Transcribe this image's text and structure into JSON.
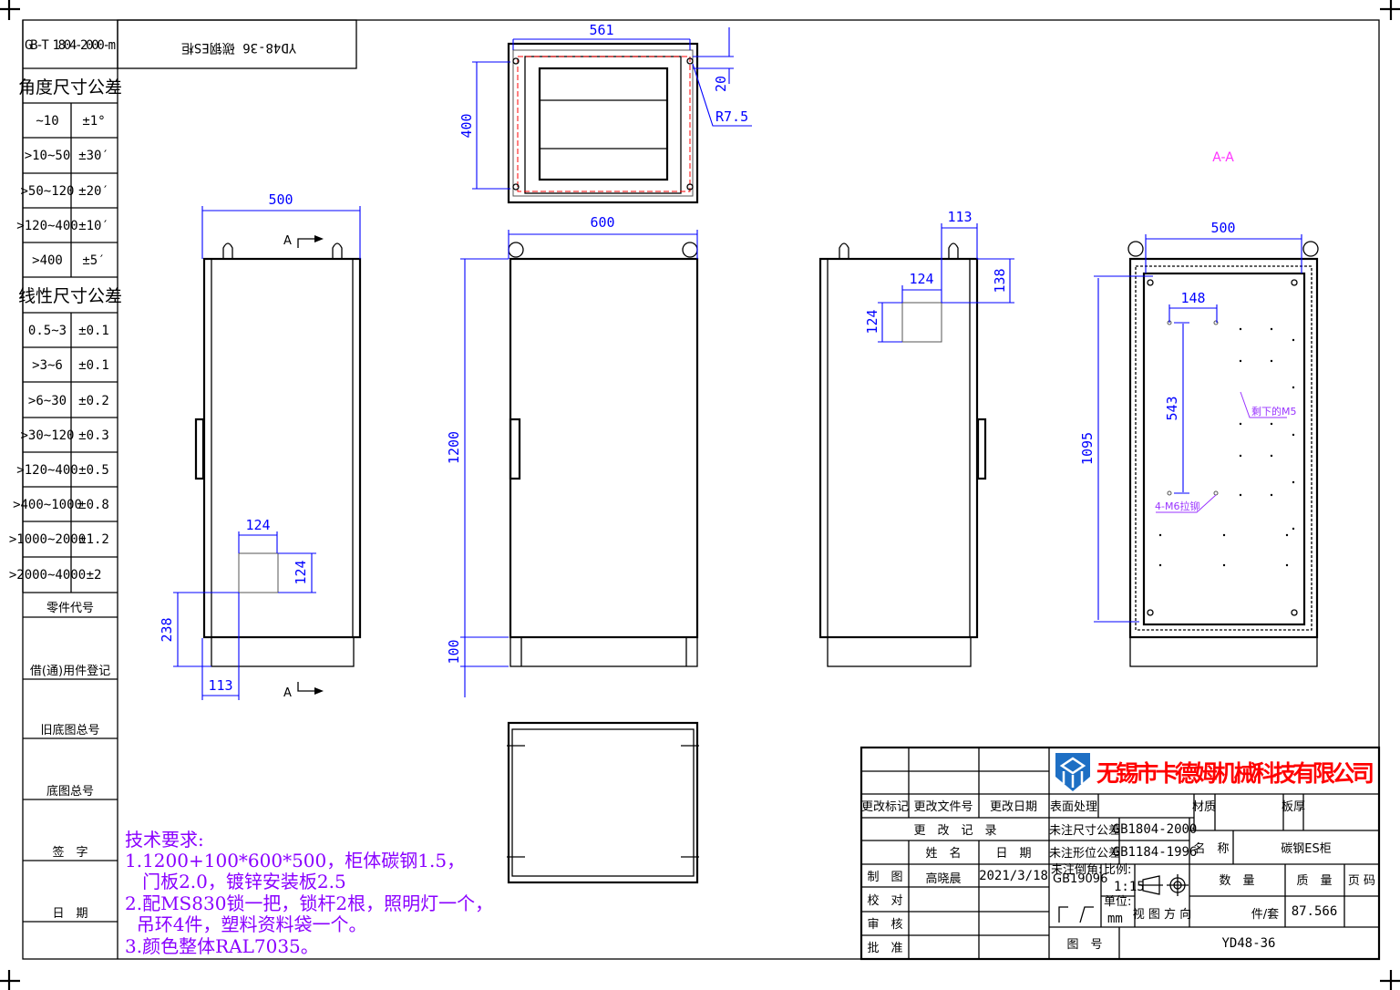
{
  "drawing_header": {
    "standard": "GB-T 1804-2000-m",
    "mirrored_title": "YD48-36 碳钢ES柜"
  },
  "tolerance_table": {
    "angular_title": "角度尺寸公差",
    "angular": [
      {
        "range": "~10",
        "tol": "±1°"
      },
      {
        "range": ">10~50",
        "tol": "±30′"
      },
      {
        "range": ">50~120",
        "tol": "±20′"
      },
      {
        "range": ">120~400",
        "tol": "±10′"
      },
      {
        "range": ">400",
        "tol": "±5′"
      }
    ],
    "linear_title": "线性尺寸公差",
    "linear": [
      {
        "range": "0.5~3",
        "tol": "±0.1"
      },
      {
        "range": ">3~6",
        "tol": "±0.1"
      },
      {
        "range": ">6~30",
        "tol": "±0.2"
      },
      {
        "range": ">30~120",
        "tol": "±0.3"
      },
      {
        "range": ">120~400",
        "tol": "±0.5"
      },
      {
        "range": ">400~1000",
        "tol": "±0.8"
      },
      {
        "range": ">1000~2000",
        "tol": "±1.2"
      },
      {
        "range": ">2000~4000",
        "tol": "±2"
      }
    ],
    "side_labels": [
      "零件代号",
      "借(通)用件登记",
      "旧底图总号",
      "底图总号",
      "签　字",
      "日　期"
    ]
  },
  "dimensions": {
    "side_left": {
      "width": "500",
      "cutout_w": "124",
      "cutout_h": "124",
      "cutout_z": "238",
      "cutout_x": "113",
      "section": "A"
    },
    "front": {
      "width": "600",
      "height": "1200",
      "base": "100"
    },
    "top": {
      "width": "561",
      "depth": "400",
      "offset": "20",
      "radius": "R7.5"
    },
    "side_right": {
      "cutout_x": "113",
      "cutout_w": "124",
      "cutout_z": "138",
      "cutout_h": "124"
    },
    "section_aa": {
      "title": "A-A",
      "width": "500",
      "height": "1095",
      "hole_spacing_x": "148",
      "hole_spacing_y": "543",
      "note_m5": "剩下的M5",
      "note_m6": "4-M6拉铆"
    }
  },
  "tech_requirements": {
    "title": "技术要求:",
    "lines": [
      "1.1200+100*600*500，柜体碳钢1.5，",
      "   门板2.0，镀锌安装板2.5",
      "2.配MS830锁一把，锁杆2根，照明灯一个，",
      "  吊环4件，塑料资料袋一个。",
      "3.颜色整体RAL7035。"
    ],
    "color": "#8a00ff"
  },
  "title_block": {
    "company": "无锡市卡德姆机械科技有限公司",
    "company_color": "#ff0000",
    "logo_color": "#1e6fc4",
    "change_mark": "更改标记",
    "change_doc": "更改文件号",
    "change_date": "更改日期",
    "change_record": "更　改　记　录",
    "name_h": "姓　名",
    "date_h": "日　期",
    "drawn": "制　图",
    "drawn_by": "高晓晨",
    "drawn_date": "2021/3/18",
    "checked": "校　对",
    "reviewed": "审　核",
    "approved": "批　准",
    "surface": "表面处理",
    "material": "材质",
    "thickness": "板厚",
    "untol_dim": "未注尺寸公差",
    "untol_dim_std": "GB1804-2000",
    "untol_geo": "未注形位公差",
    "untol_geo_std": "GB1184-1996",
    "name_label": "名　称",
    "name_value": "碳钢ES柜",
    "chamfer": "未注倒角:",
    "chamfer_std": "GB19096",
    "scale_label": "比例:",
    "scale": "1:15",
    "unit_label": "单位:",
    "unit": "mm",
    "view_dir": "视 图 方 向",
    "qty": "数　量",
    "mass": "质　量",
    "page": "页 码",
    "qty_value": "件/套",
    "mass_value": "87.566",
    "drawing_no_label": "图　号",
    "drawing_no": "YD48-36"
  }
}
